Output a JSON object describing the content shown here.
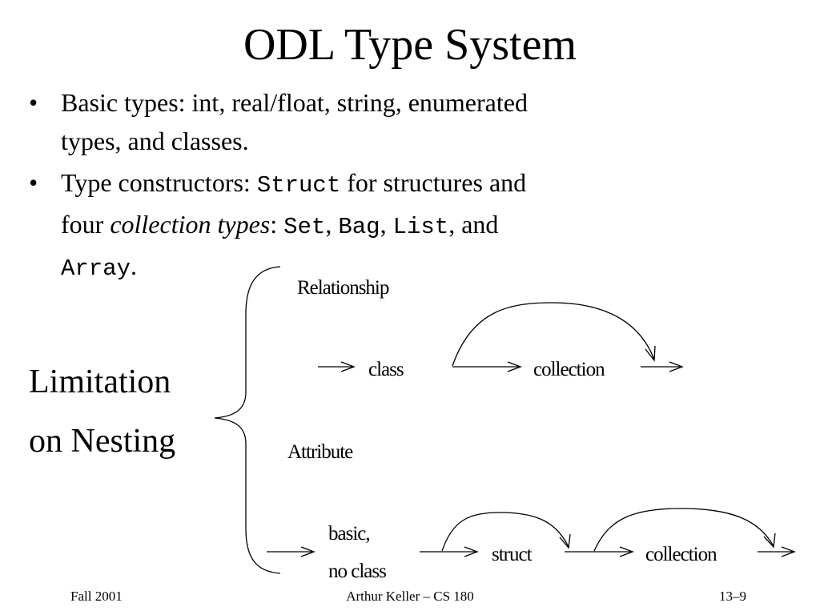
{
  "title": "ODL Type System",
  "bullets": {
    "b1": {
      "dot": "•",
      "line1": "Basic types: int, real/float, string, enumerated",
      "line2": "types, and classes."
    },
    "b2": {
      "dot": "•",
      "t1": "Type constructors: ",
      "struct": "Struct",
      "t2": " for structures and",
      "t3": "four ",
      "collection_types": "collection types",
      "t4": ": ",
      "set": "Set",
      "c1": ", ",
      "bag": "Bag",
      "c2": ", ",
      "list": "List",
      "t5": ", and",
      "array": "Array",
      "t6": "."
    }
  },
  "limitation": {
    "line1": "Limitation",
    "line2": "on Nesting"
  },
  "diagram": {
    "relationship": {
      "label": "Relationship",
      "class": "class",
      "collection": "collection"
    },
    "attribute": {
      "label": "Attribute",
      "basic": "basic,",
      "no_class": "no class",
      "struct": "struct",
      "collection": "collection"
    }
  },
  "footer": {
    "left": "Fall 2001",
    "center": "Arthur Keller – CS 180",
    "right": "13–9"
  }
}
